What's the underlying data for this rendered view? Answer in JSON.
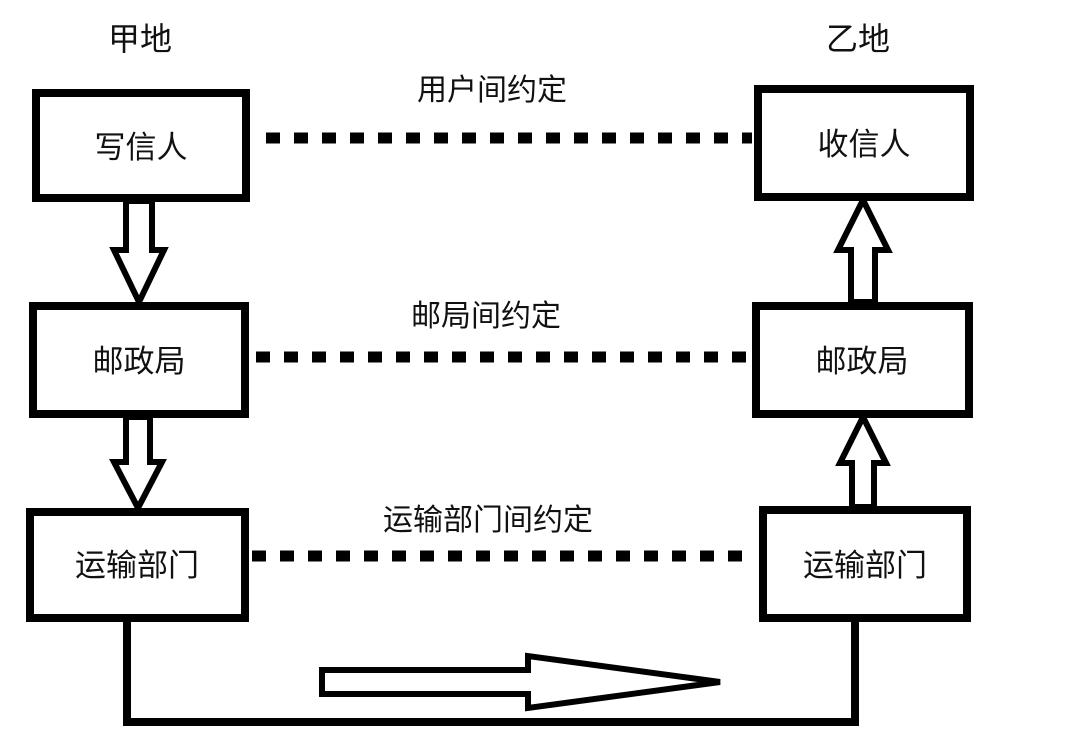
{
  "places": {
    "left": "甲地",
    "right": "乙地"
  },
  "left_column": {
    "sender": "写信人",
    "post_office": "邮政局",
    "transport": "运输部门"
  },
  "right_column": {
    "receiver": "收信人",
    "post_office": "邮政局",
    "transport": "运输部门"
  },
  "agreements": {
    "user": "用户间约定",
    "post": "邮局间约定",
    "transport": "运输部门间约定"
  },
  "colors": {
    "stroke": "#000000",
    "background": "#ffffff"
  }
}
